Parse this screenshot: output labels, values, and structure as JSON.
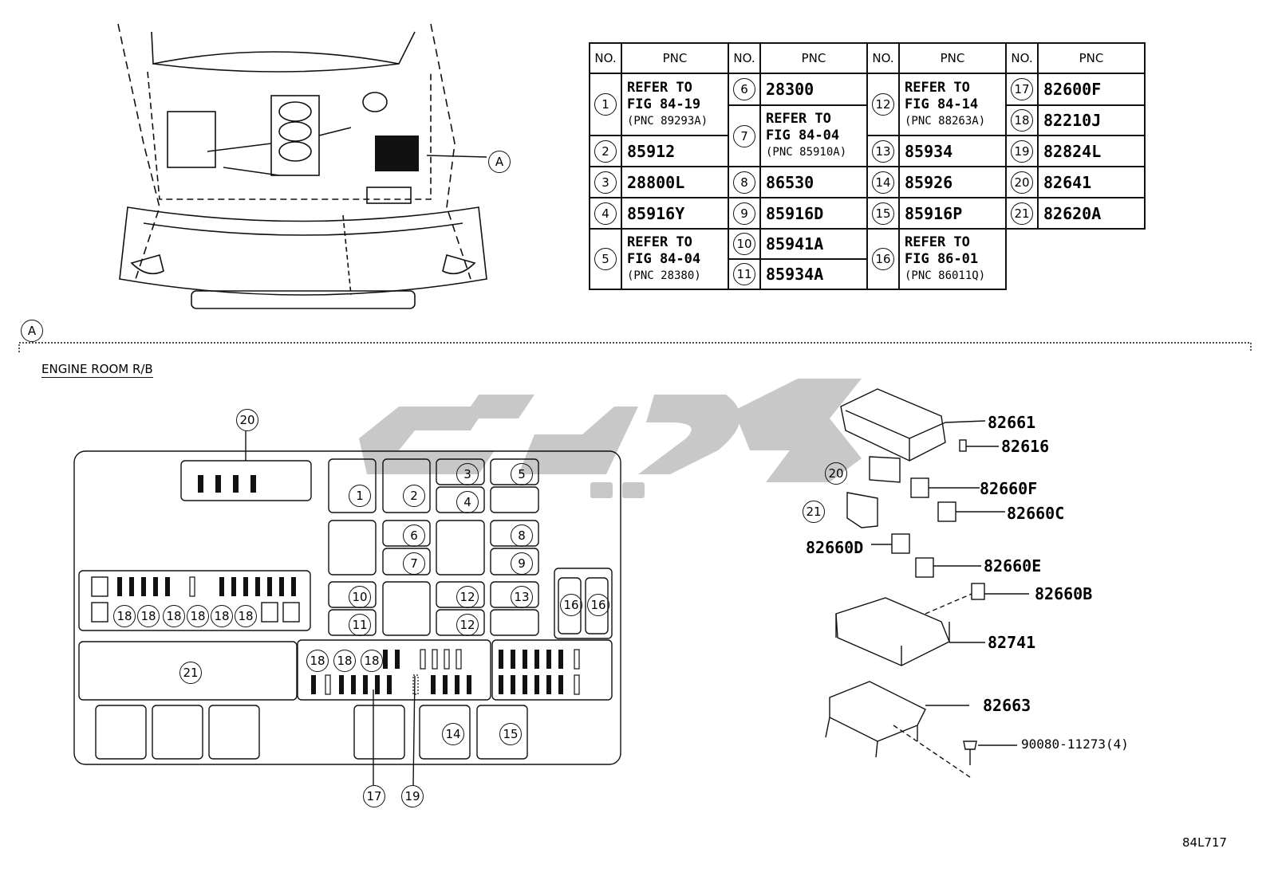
{
  "parts_table": {
    "headers": {
      "no": "NO.",
      "pnc": "PNC"
    },
    "col1": [
      {
        "no": "1",
        "pnc_line1": "REFER TO",
        "pnc_line2": "FIG 84-19",
        "pnc_line3": "(PNC 89293A)"
      },
      {
        "no": "2",
        "pnc": "85912"
      },
      {
        "no": "3",
        "pnc": "28800L"
      },
      {
        "no": "4",
        "pnc": "85916Y"
      },
      {
        "no": "5",
        "pnc_line1": "REFER TO",
        "pnc_line2": "FIG 84-04",
        "pnc_line3": "(PNC 28380)"
      }
    ],
    "col2": [
      {
        "no": "6",
        "pnc": "28300"
      },
      {
        "no": "7",
        "pnc_line1": "REFER TO",
        "pnc_line2": "FIG 84-04",
        "pnc_line3": "(PNC 85910A)"
      },
      {
        "no": "8",
        "pnc": "86530"
      },
      {
        "no": "9",
        "pnc": "85916D"
      },
      {
        "no": "10",
        "pnc": "85941A"
      },
      {
        "no": "11",
        "pnc": "85934A"
      }
    ],
    "col3": [
      {
        "no": "12",
        "pnc_line1": "REFER TO",
        "pnc_line2": "FIG 84-14",
        "pnc_line3": "(PNC 88263A)"
      },
      {
        "no": "13",
        "pnc": "85934"
      },
      {
        "no": "14",
        "pnc": "85926"
      },
      {
        "no": "15",
        "pnc": "85916P"
      },
      {
        "no": "16",
        "pnc_line1": "REFER TO",
        "pnc_line2": "FIG 86-01",
        "pnc_line3": "(PNC 86011Q)"
      }
    ],
    "col4": [
      {
        "no": "17",
        "pnc": "82600F"
      },
      {
        "no": "18",
        "pnc": "82210J"
      },
      {
        "no": "19",
        "pnc": "82824L"
      },
      {
        "no": "20",
        "pnc": "82641"
      },
      {
        "no": "21",
        "pnc": "82620A"
      }
    ]
  },
  "view_marker": "A",
  "section_title": "ENGINE ROOM R/B",
  "relay_box_labels": {
    "top_connector": "20",
    "big_relay": "21",
    "pointer_17": "17",
    "pointer_19": "19",
    "fuse_18": "18"
  },
  "exploded_parts": [
    "82661",
    "82616",
    "82660F",
    "82660C",
    "82660D",
    "82660E",
    "82660B",
    "82741",
    "82663",
    "90080-11273(4)"
  ],
  "exploded_callouts": [
    "20",
    "21"
  ],
  "drawing_id": "84L717",
  "watermark_text": "تاوپارت"
}
